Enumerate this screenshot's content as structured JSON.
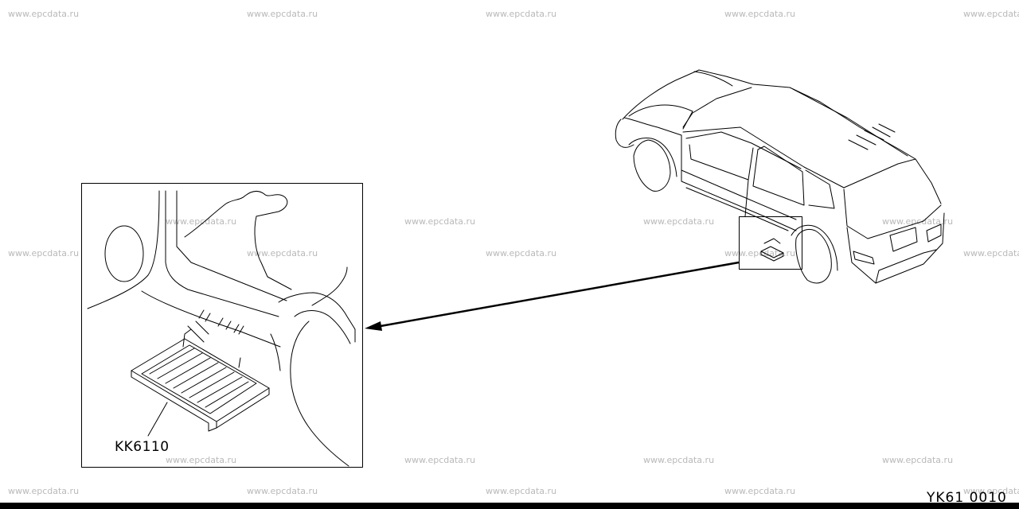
{
  "watermark": "www.epcdata.ru",
  "part_label": "KK6110",
  "diagram_ref": "YK61  0010"
}
